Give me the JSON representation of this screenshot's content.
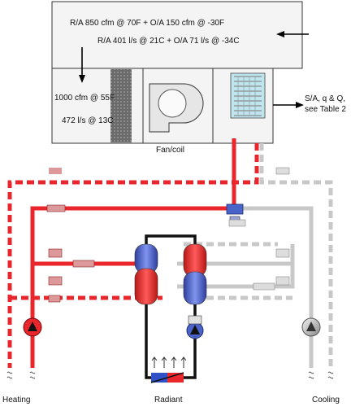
{
  "unit_box": {
    "line1": "R/A 850 cfm @ 70F + O/A 150 cfm @ -30F",
    "line2": "R/A 401 l/s @ 21C + O/A 71 l/s @ -34C",
    "mixed1": "1000 cfm @ 55F",
    "mixed2": "472 l/s @ 13C",
    "fan_label": "Fan/coil"
  },
  "supply": {
    "line1": "S/A, q & Q,",
    "line2": "see Table 2"
  },
  "loops": {
    "heating": "Heating",
    "radiant": "Radiant",
    "cooling": "Cooling"
  },
  "colors": {
    "hot": "#e8262b",
    "cold_pipe": "#c8c8c8",
    "radiant_loop": "#111111",
    "hx_blue": "#4a63c9",
    "coil_fill": "#bfe6ef"
  }
}
